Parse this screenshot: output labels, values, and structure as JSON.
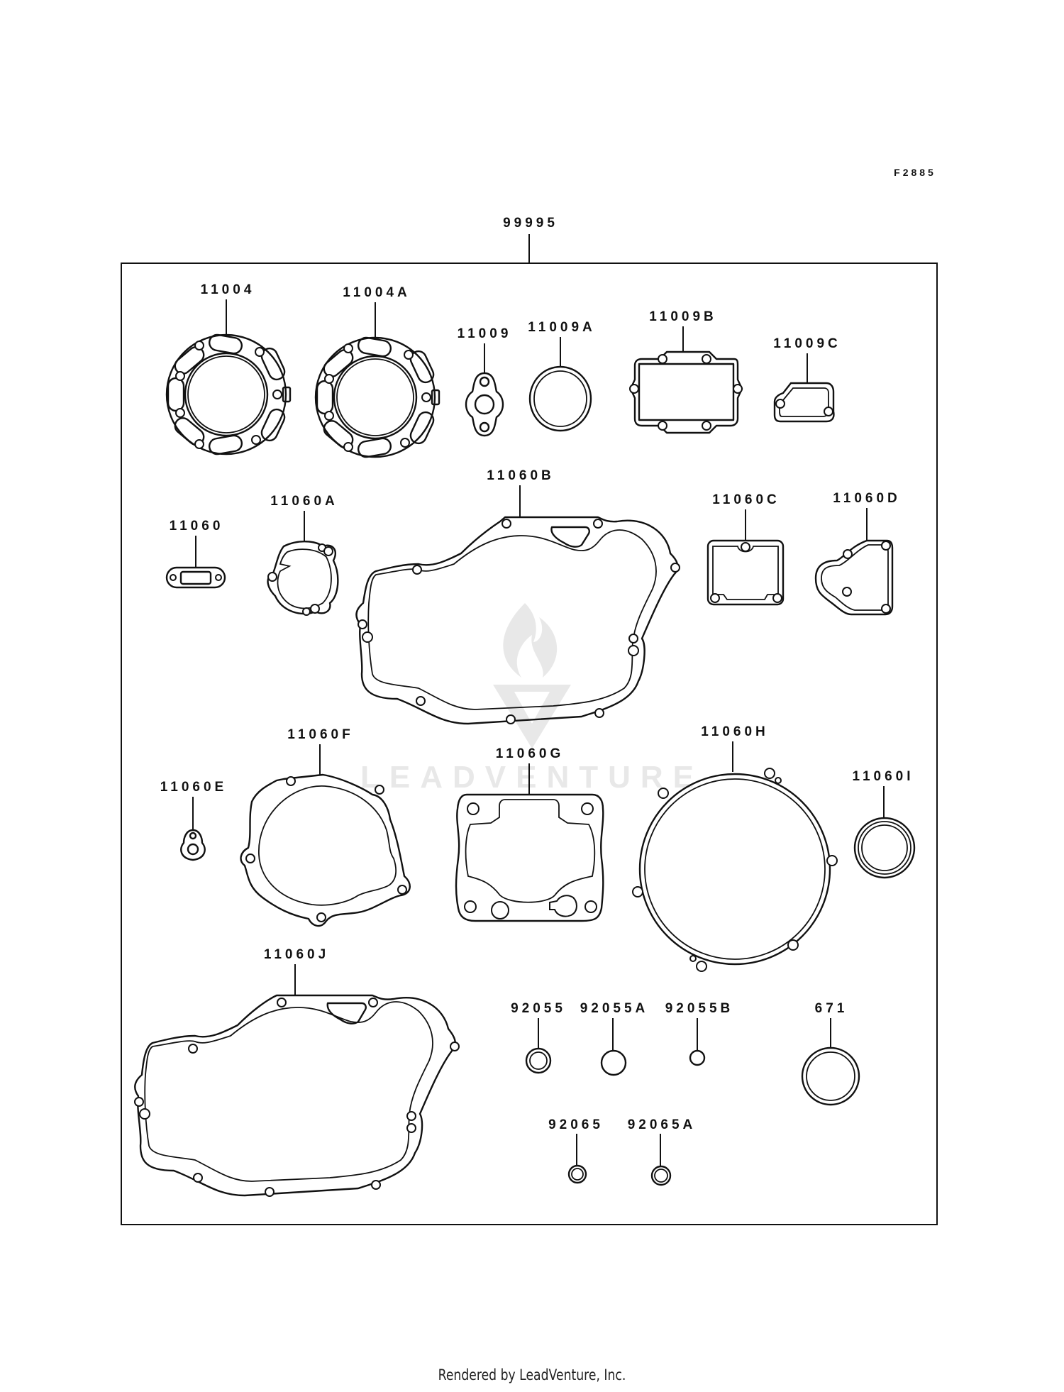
{
  "diagram": {
    "figure_code": "F2885",
    "kit": {
      "part_number": "99995"
    },
    "parts": [
      {
        "id": "p11004",
        "label": "11004",
        "description": "cylinder head gasket"
      },
      {
        "id": "p11004A",
        "label": "11004A",
        "description": "cylinder head gasket"
      },
      {
        "id": "p11009",
        "label": "11009",
        "description": "gasket"
      },
      {
        "id": "p11009A",
        "label": "11009A",
        "description": "gasket ring"
      },
      {
        "id": "p11009B",
        "label": "11009B",
        "description": "gasket"
      },
      {
        "id": "p11009C",
        "label": "11009C",
        "description": "gasket"
      },
      {
        "id": "p11060",
        "label": "11060",
        "description": "gasket"
      },
      {
        "id": "p11060A",
        "label": "11060A",
        "description": "gasket"
      },
      {
        "id": "p11060B",
        "label": "11060B",
        "description": "crankcase cover gasket"
      },
      {
        "id": "p11060C",
        "label": "11060C",
        "description": "gasket"
      },
      {
        "id": "p11060D",
        "label": "11060D",
        "description": "gasket"
      },
      {
        "id": "p11060E",
        "label": "11060E",
        "description": "gasket"
      },
      {
        "id": "p11060F",
        "label": "11060F",
        "description": "gasket"
      },
      {
        "id": "p11060G",
        "label": "11060G",
        "description": "cylinder base gasket"
      },
      {
        "id": "p11060H",
        "label": "11060H",
        "description": "clutch cover gasket"
      },
      {
        "id": "p11060I",
        "label": "11060I",
        "description": "gasket ring"
      },
      {
        "id": "p11060J",
        "label": "11060J",
        "description": "crankcase cover gasket"
      },
      {
        "id": "p92055",
        "label": "92055",
        "description": "o-ring"
      },
      {
        "id": "p92055A",
        "label": "92055A",
        "description": "o-ring"
      },
      {
        "id": "p92055B",
        "label": "92055B",
        "description": "o-ring"
      },
      {
        "id": "p671",
        "label": "671",
        "description": "o-ring"
      },
      {
        "id": "p92065",
        "label": "92065",
        "description": "washer"
      },
      {
        "id": "p92065A",
        "label": "92065A",
        "description": "washer"
      }
    ],
    "watermark": "LEADVENTURE"
  },
  "footer": {
    "text": "Rendered by LeadVenture, Inc."
  }
}
